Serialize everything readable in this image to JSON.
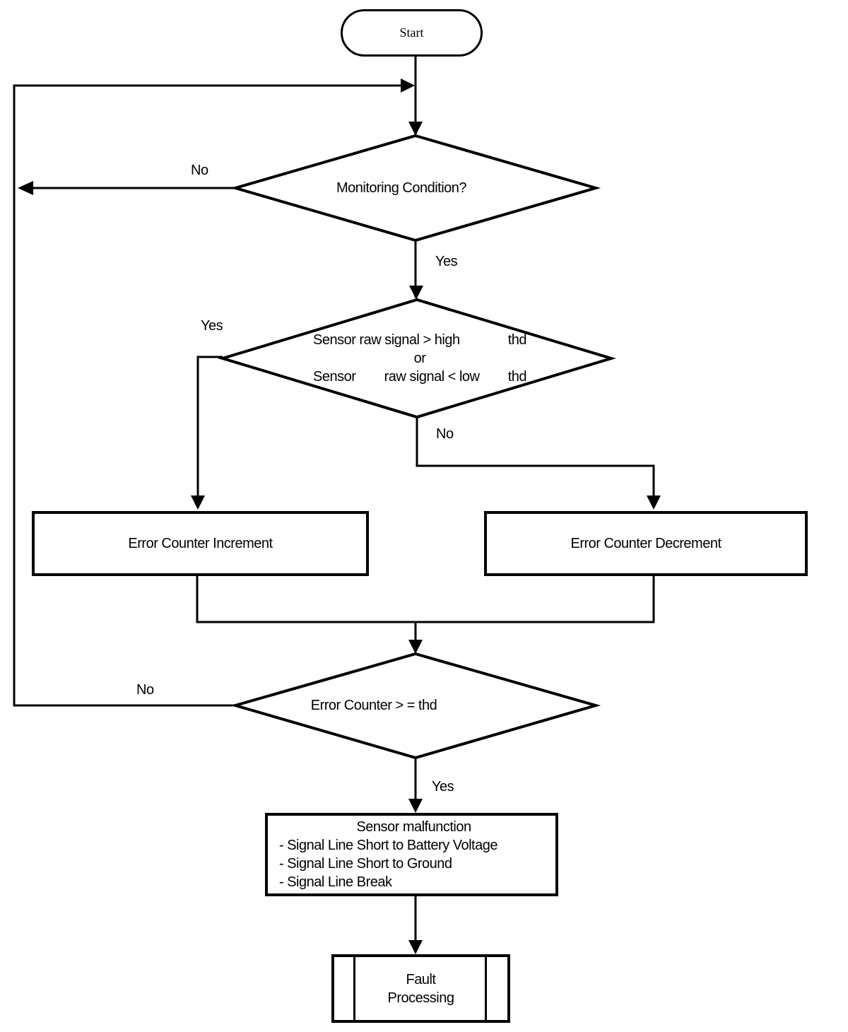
{
  "colors": {
    "line": "#000000",
    "background": "#ffffff"
  },
  "nodes": {
    "start": {
      "label": "Start"
    },
    "monitoring_decision": {
      "label": "Monitoring Condition?"
    },
    "signal_decision": {
      "line1_text": "Sensor raw signal > high",
      "line1_thd": "thd",
      "line2": "or",
      "line3_sensor": "Sensor",
      "line3_text": "raw signal < low",
      "line3_thd": "thd"
    },
    "error_counter_increment": {
      "label": "Error Counter Increment"
    },
    "error_counter_decrement": {
      "label": "Error Counter Decrement"
    },
    "counter_decision": {
      "label": "Error Counter > = thd"
    },
    "sensor_malfunction": {
      "title": "Sensor malfunction",
      "items": [
        "- Signal Line Short to Battery Voltage",
        "- Signal Line Short to Ground",
        "- Signal Line Break"
      ]
    },
    "fault_processing": {
      "line1": "Fault",
      "line2": "Processing"
    }
  },
  "edge_labels": {
    "monitoring_no": "No",
    "monitoring_yes": "Yes",
    "signal_yes": "Yes",
    "signal_no": "No",
    "counter_no": "No",
    "counter_yes": "Yes"
  }
}
